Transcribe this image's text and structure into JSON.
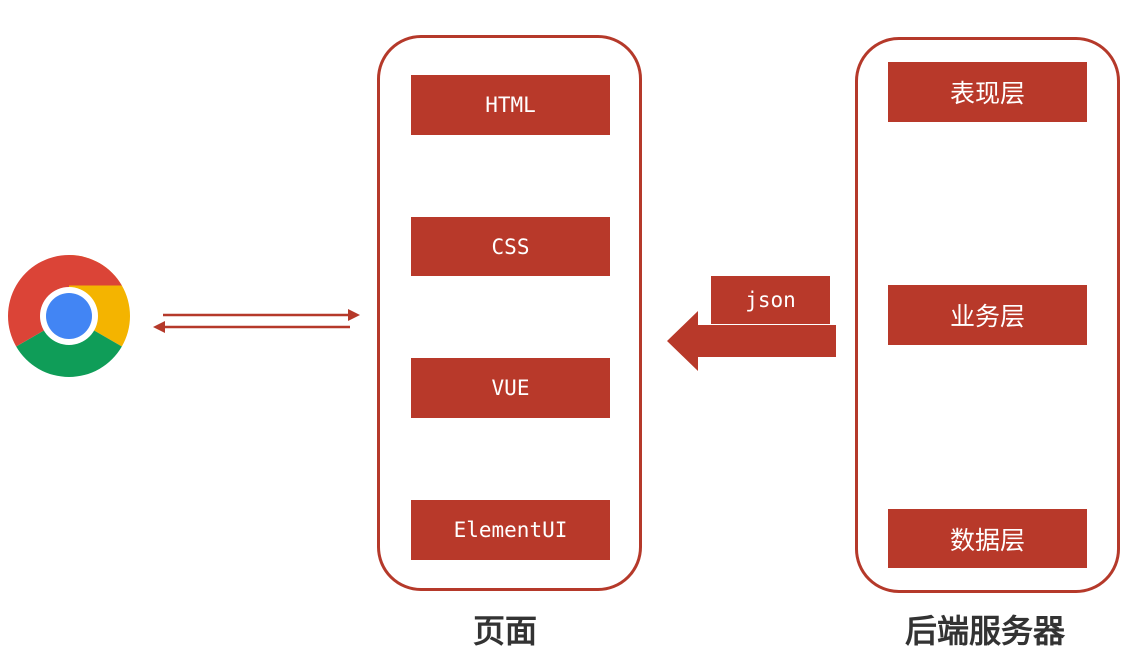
{
  "page_panel": {
    "caption": "页面",
    "items": [
      "HTML",
      "CSS",
      "VUE",
      "ElementUI"
    ]
  },
  "server_panel": {
    "caption": "后端服务器",
    "layers": [
      "表现层",
      "业务层",
      "数据层"
    ]
  },
  "transfer": {
    "label": "json"
  },
  "icons": {
    "browser": "chrome-browser-icon"
  },
  "colors": {
    "accent": "#b8392a",
    "chrome_red": "#db4437",
    "chrome_green": "#0f9d58",
    "chrome_yellow": "#f4b400",
    "chrome_blue": "#4285f4"
  }
}
